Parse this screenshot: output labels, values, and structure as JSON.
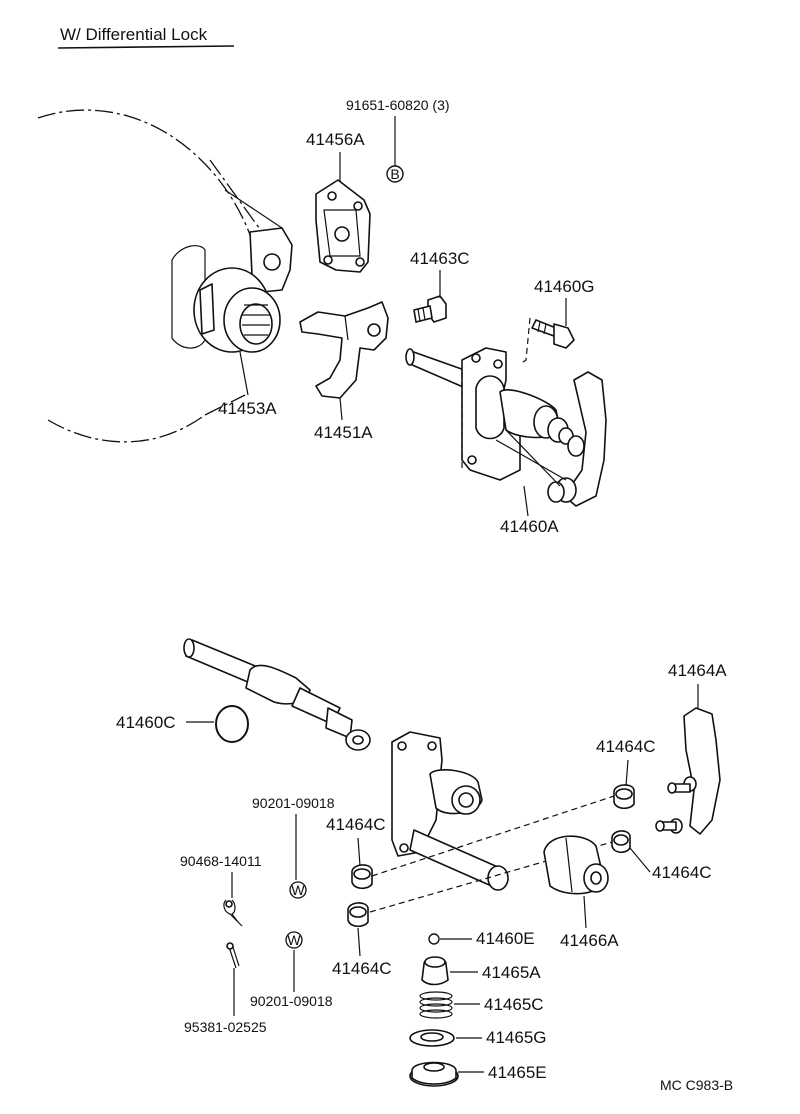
{
  "title": "W/ Differential Lock",
  "figure_code": "MC  C983-B",
  "callouts": {
    "bolt_qty": "91651-60820 (3)",
    "bolt_symbol": "B",
    "p41456A": "41456A",
    "p41463C": "41463C",
    "p41460G": "41460G",
    "p41453A": "41453A",
    "p41451A": "41451A",
    "p41460A": "41460A",
    "p41464A": "41464A",
    "p41460C": "41460C",
    "p41464C_right_top": "41464C",
    "p41464C_left_top": "41464C",
    "p41464C_right_bottom": "41464C",
    "p41464C_left_bottom": "41464C",
    "p90201_top": "90201-09018",
    "p90201_bottom": "90201-09018",
    "washer_symbol_top": "W",
    "washer_symbol_bottom": "W",
    "p90468": "90468-14011",
    "p95381": "95381-02525",
    "p41466A": "41466A",
    "p41460E": "41460E",
    "p41465A": "41465A",
    "p41465C": "41465C",
    "p41465G": "41465G",
    "p41465E": "41465E"
  }
}
